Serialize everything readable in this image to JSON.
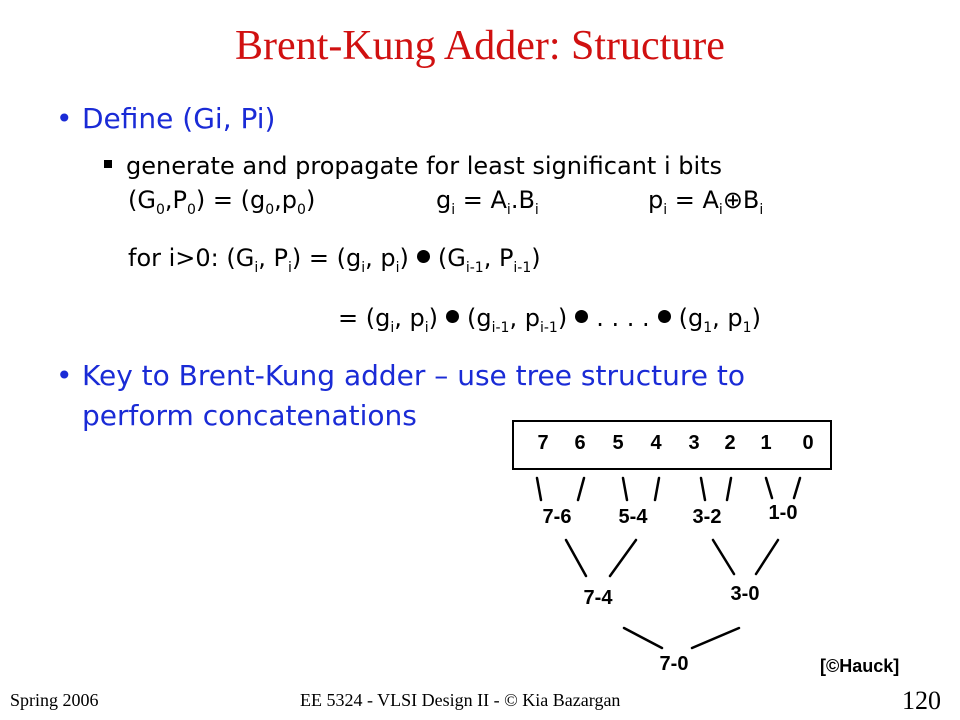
{
  "title": "Brent-Kung Adder: Structure",
  "bullet1": {
    "text": "Define (Gi, Pi)"
  },
  "sub1": {
    "text": "generate and propagate for least significant i bits"
  },
  "line_def": {
    "part1": "(G",
    "s1": "0",
    "part2": ",P",
    "s2": "0",
    "part3": ") = (g",
    "s3": "0",
    "part4": ",p",
    "s4": "0",
    "part5": ")",
    "g_eq": "g",
    "g_sub": "i",
    "g_rest": " = A",
    "g_sub2": "i",
    "g_rest2": ".B",
    "g_sub3": "i",
    "p_eq": "p",
    "p_sub": "i",
    "p_rest": " = A",
    "p_sub2": "i",
    "p_op": "⊕",
    "p_rest2": "B",
    "p_sub3": "i"
  },
  "line_for": {
    "a": "for i>0:  (G",
    "s1": "i",
    "b": ", P",
    "s2": "i",
    "c": ") = (g",
    "s3": "i",
    "d": ", p",
    "s4": "i",
    "e": ")",
    "f": "(G",
    "s5": "i-1",
    "g": ", P",
    "s6": "i-1",
    "h": ")"
  },
  "line_eq": {
    "a": "= (g",
    "s1": "i",
    "b": ", p",
    "s2": "i",
    "c": ")",
    "d": "(g",
    "s3": "i-1",
    "e": ", p",
    "s4": "i-1",
    "f": ")",
    "dots": ". . . .",
    "g": "(g",
    "s5": "1",
    "h": ", p",
    "s6": "1",
    "i": ")"
  },
  "bullet2": {
    "line1": "Key to Brent-Kung adder – use tree structure to",
    "line2": "perform concatenations"
  },
  "diagram": {
    "bits": [
      "7",
      "6",
      "5",
      "4",
      "3",
      "2",
      "1",
      "0"
    ],
    "level1": [
      "7-6",
      "5-4",
      "3-2",
      "1-0"
    ],
    "level2": [
      "7-4",
      "3-0"
    ],
    "level3": [
      "7-0"
    ]
  },
  "credit": "[©Hauck]",
  "footer": {
    "left": "Spring 2006",
    "center": "EE 5324 - VLSI Design II - © Kia Bazargan",
    "page": "120"
  }
}
